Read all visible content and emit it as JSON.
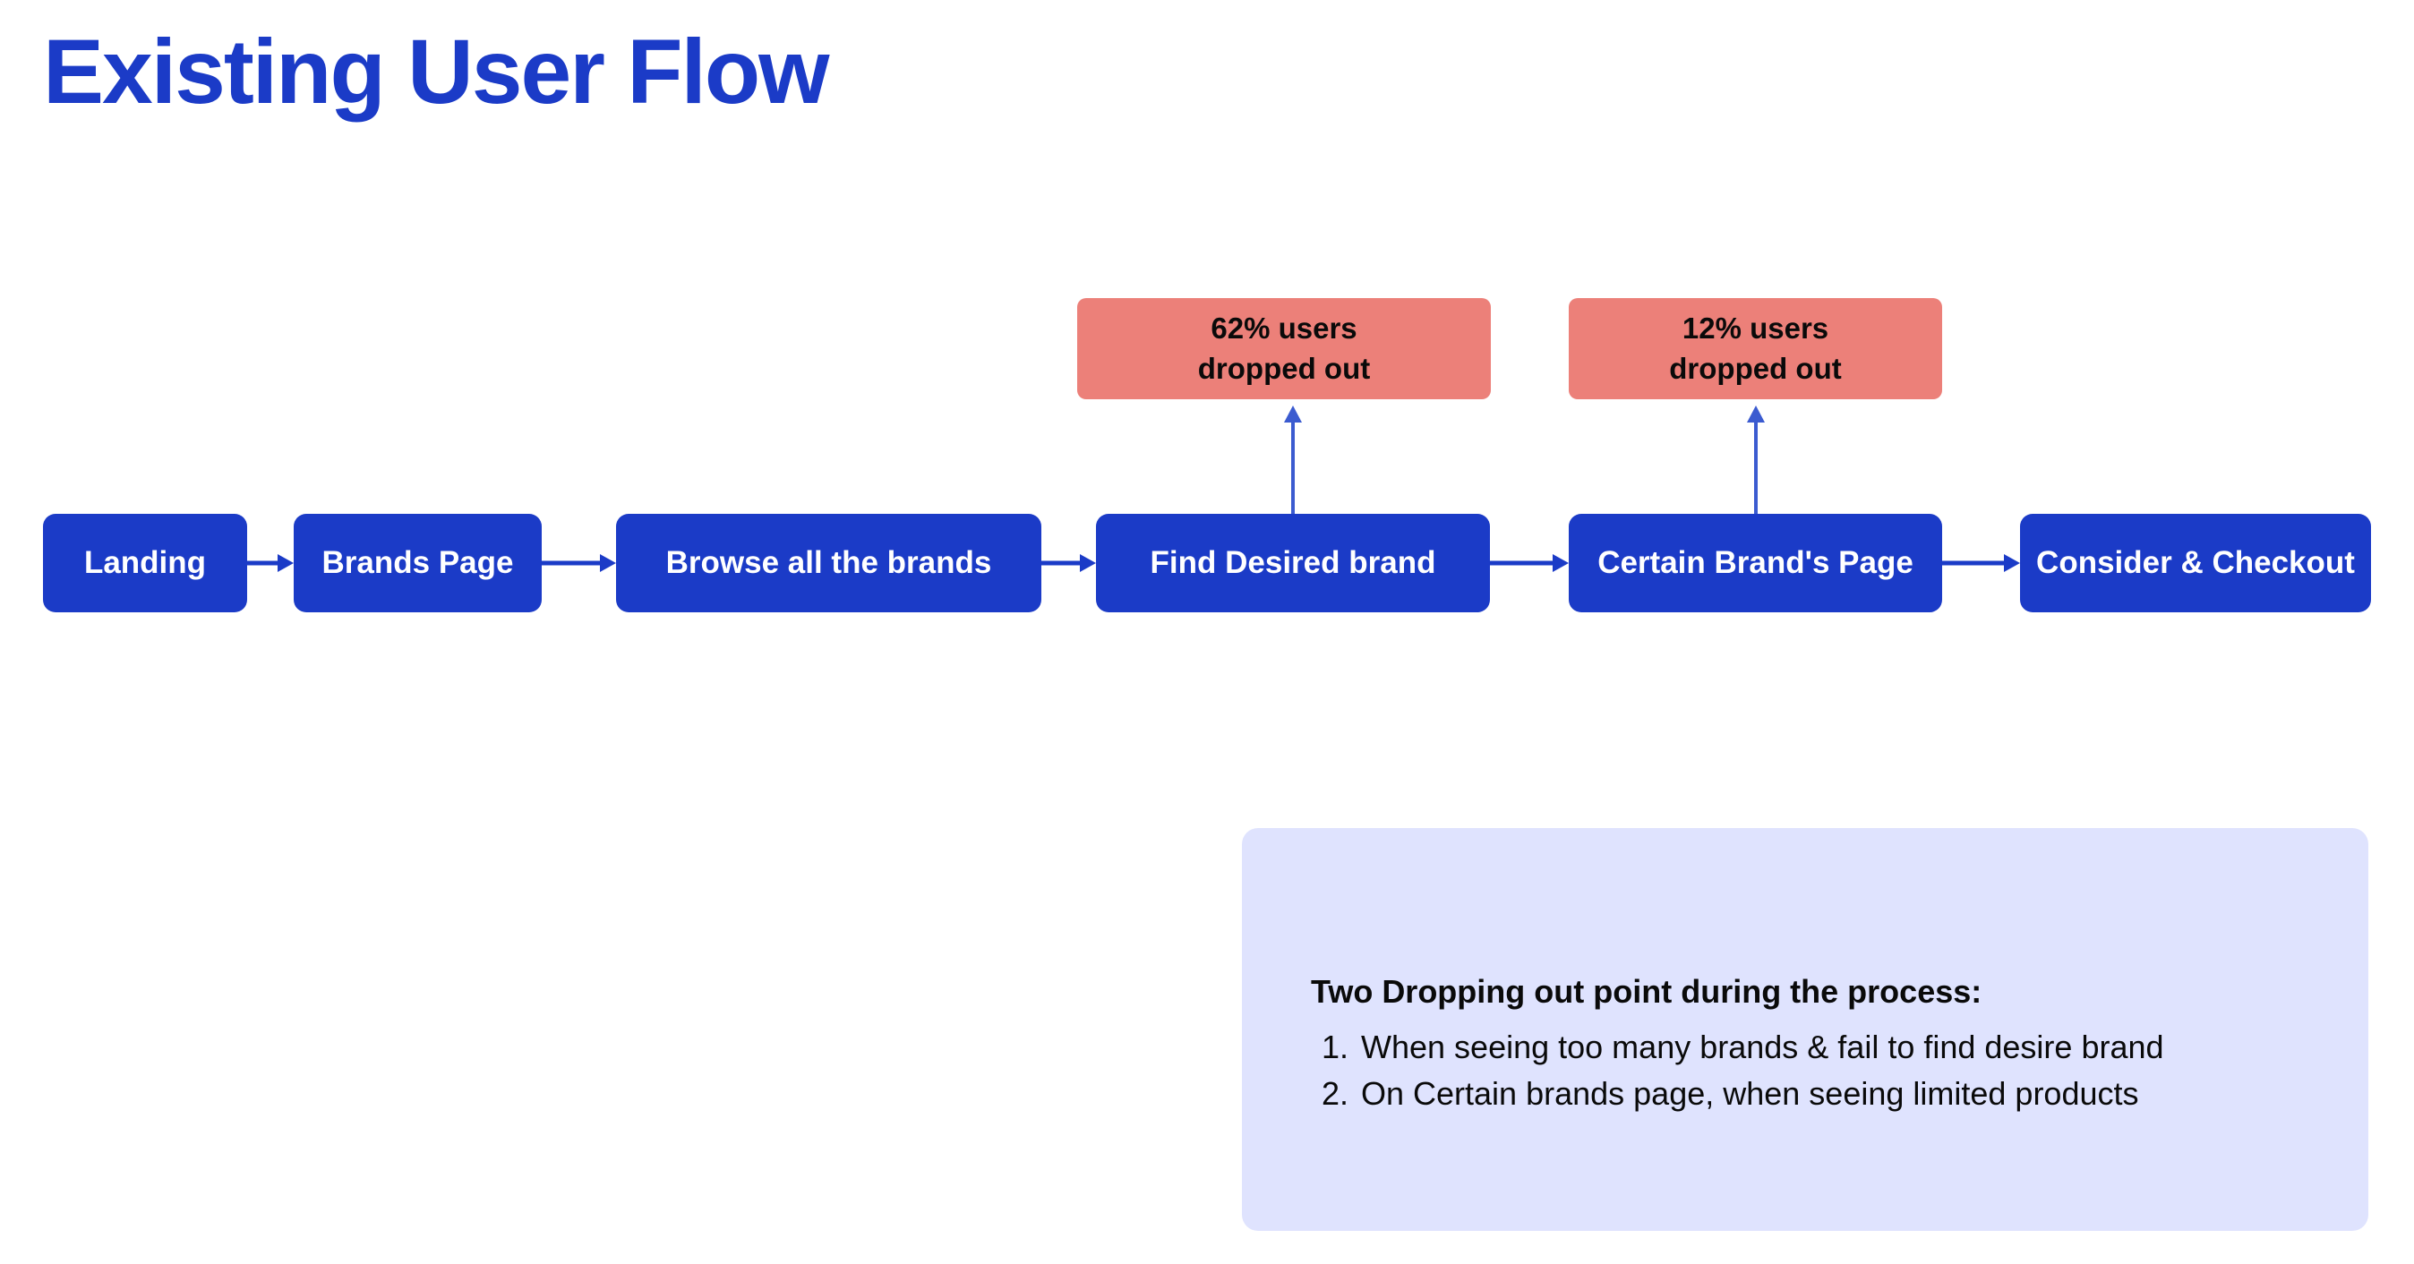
{
  "page": {
    "title": "Existing User Flow",
    "background_color": "#FFFFFF",
    "accent_blue": "#1B3BC7",
    "dropout_red": "#EC8079",
    "note_bg": "#DFE3FE",
    "arrow_color": "#1B3BC7",
    "vertical_arrow_color": "#3B5BD0"
  },
  "flow": {
    "steps": [
      {
        "id": "landing",
        "label": "Landing"
      },
      {
        "id": "brands-page",
        "label": "Brands Page"
      },
      {
        "id": "browse-brands",
        "label": "Browse all the brands"
      },
      {
        "id": "find-brand",
        "label": "Find Desired brand"
      },
      {
        "id": "certain-brand",
        "label": "Certain Brand's Page"
      },
      {
        "id": "checkout",
        "label": "Consider & Checkout"
      }
    ]
  },
  "dropouts": [
    {
      "id": "dropout-find-brand",
      "line1": "62% users",
      "line2": "dropped out",
      "percent": "62%",
      "attached_to": "Find Desired brand"
    },
    {
      "id": "dropout-certain-brand",
      "line1": "12% users",
      "line2": "dropped out",
      "percent": "12%",
      "attached_to": "Certain Brand's Page"
    }
  ],
  "note": {
    "heading": "Two Dropping out point during the process:",
    "items": [
      {
        "num": "1.",
        "text": "When seeing too many brands & fail to find desire brand"
      },
      {
        "num": "2.",
        "text": "On Certain brands page, when seeing limited products"
      }
    ]
  }
}
